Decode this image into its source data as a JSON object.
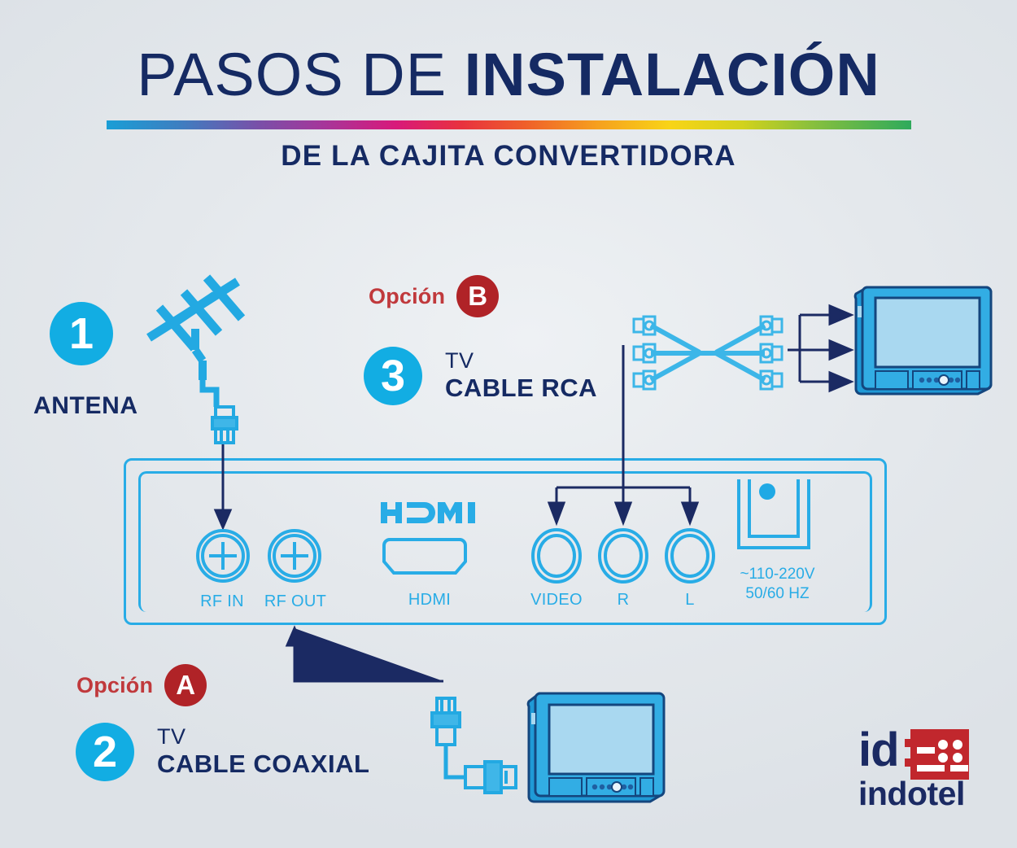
{
  "header": {
    "title_light": "PASOS DE ",
    "title_bold": "INSTALACIÓN",
    "subtitle": "DE LA CAJITA CONVERTIDORA"
  },
  "steps": [
    {
      "number": "1",
      "label": "ANTENA"
    },
    {
      "number": "2",
      "line1": "TV",
      "line2": "CABLE COAXIAL"
    },
    {
      "number": "3",
      "line1": "TV",
      "line2": "CABLE RCA"
    }
  ],
  "options": [
    {
      "word": "Opción",
      "letter": "A"
    },
    {
      "word": "Opción",
      "letter": "B"
    }
  ],
  "converter_box": {
    "hdmi_logo": "HDMI",
    "ports": [
      {
        "name": "rf-in",
        "label": "RF IN"
      },
      {
        "name": "rf-out",
        "label": "RF OUT"
      },
      {
        "name": "hdmi",
        "label": "HDMI"
      },
      {
        "name": "video",
        "label": "VIDEO"
      },
      {
        "name": "audio-r",
        "label": "R"
      },
      {
        "name": "audio-l",
        "label": "L"
      }
    ],
    "power": {
      "voltage": "~110-220V",
      "frequency": "50/60 HZ"
    }
  },
  "logo": {
    "mark": "id",
    "wordmark": "indotel"
  },
  "colors": {
    "navy": "#152a63",
    "cyan": "#12ade3",
    "port_blue": "#28ace6",
    "red_badge": "#b02327",
    "red_text": "#c0393c",
    "tv_blue": "#29a9e0",
    "tv_screen": "#a9d8f0",
    "background": "#e4e8ec"
  }
}
